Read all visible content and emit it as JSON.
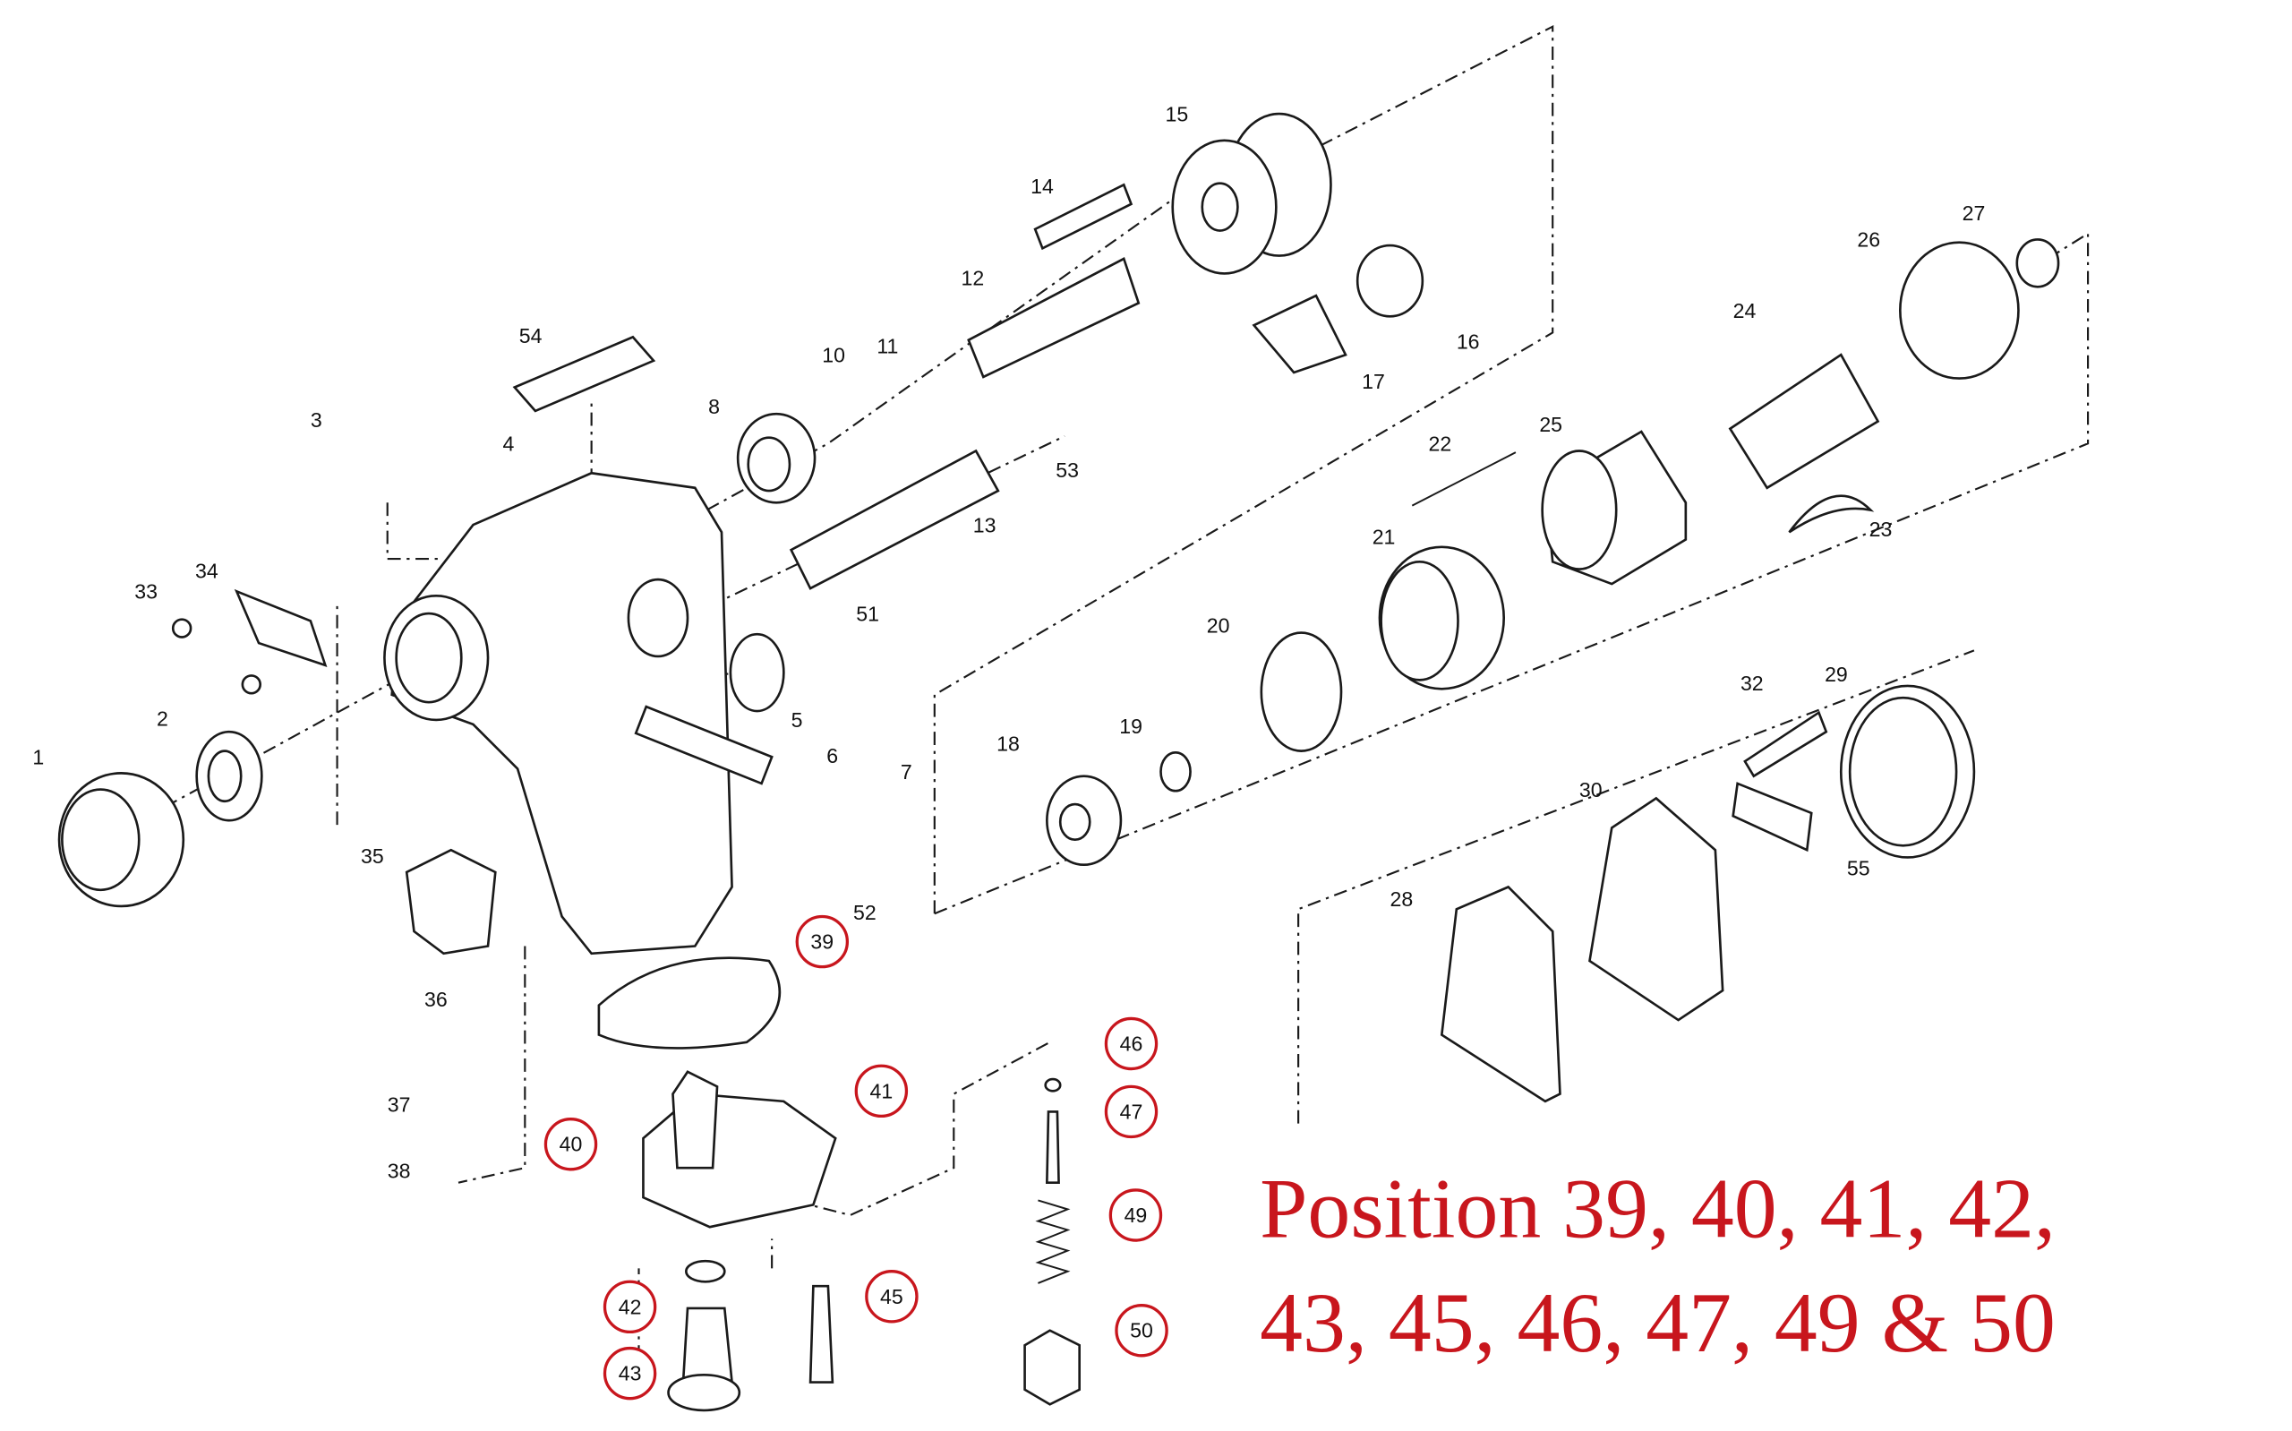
{
  "diagram": {
    "part_numbers": [
      "1",
      "2",
      "3",
      "4",
      "5",
      "6",
      "7",
      "8",
      "10",
      "11",
      "12",
      "13",
      "14",
      "15",
      "16",
      "17",
      "18",
      "19",
      "20",
      "21",
      "22",
      "23",
      "24",
      "25",
      "26",
      "27",
      "28",
      "29",
      "30",
      "32",
      "33",
      "34",
      "35",
      "36",
      "37",
      "38",
      "51",
      "52",
      "53",
      "54",
      "55"
    ],
    "highlighted_part_numbers": [
      "39",
      "40",
      "41",
      "42",
      "43",
      "45",
      "46",
      "47",
      "49",
      "50"
    ],
    "highlight_color": "#c8161d"
  },
  "caption": {
    "line1": "Position 39, 40, 41, 42,",
    "line2": "43, 45, 46, 47, 49 & 50"
  }
}
